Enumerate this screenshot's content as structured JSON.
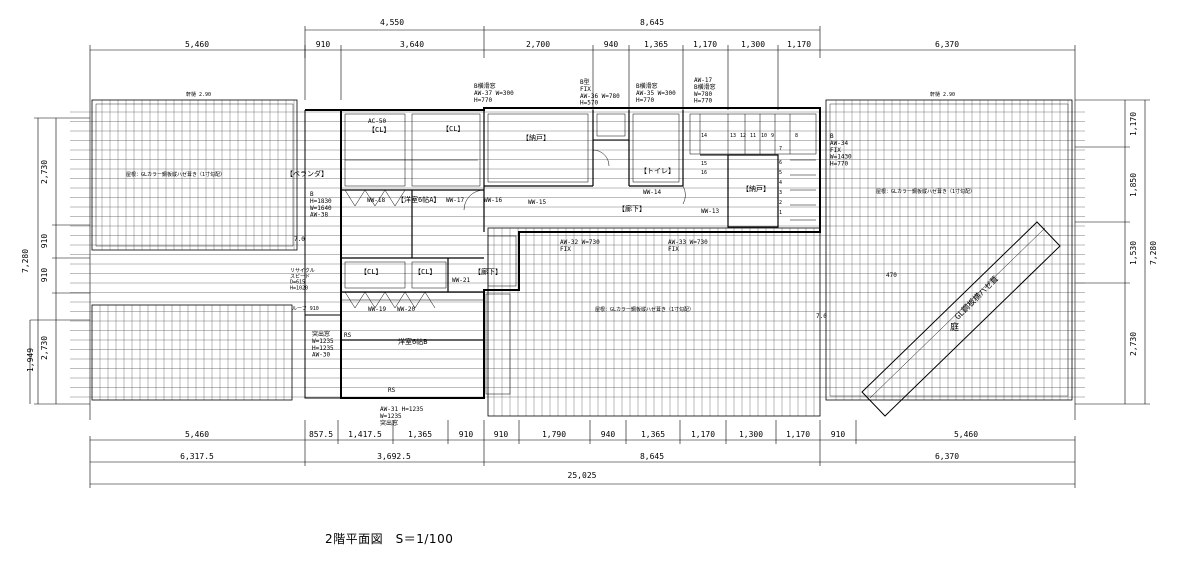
{
  "caption": "2階平面図　S＝1/100",
  "dims": {
    "top1": [
      "4,550",
      "8,645"
    ],
    "top2": [
      "5,460",
      "910",
      "3,640",
      "2,700",
      "940",
      "1,365",
      "1,170",
      "1,300",
      "1,170",
      "6,370"
    ],
    "bottom1": [
      "5,460",
      "857.5",
      "1,417.5",
      "1,365",
      "910",
      "910",
      "1,790",
      "940",
      "1,365",
      "1,170",
      "1,300",
      "1,170",
      "910",
      "5,460"
    ],
    "bottom2": [
      "6,317.5",
      "3,692.5",
      "8,645",
      "6,370"
    ],
    "bottom3": "25,025",
    "left1": [
      "2,730",
      "910",
      "910",
      "2,730"
    ],
    "left_total": "7,280",
    "left_extra": "1,949",
    "right1": [
      "1,170",
      "1,850",
      "1,530",
      "2,730"
    ],
    "right_total": "7,280"
  },
  "rooms": {
    "veranda": "【ベランダ】",
    "cl1": "【CL】",
    "cl2": "【CL】",
    "cl3": "【CL】",
    "cl4": "【CL】",
    "youma1": "【洋室6帖A】",
    "youma2": "洋室6帖B",
    "nando1": "【納戸】",
    "nando2": "【納戸】",
    "toilet": "【トイレ】",
    "rouka1": "【廊下】",
    "rouka2": "【廊下】",
    "niwa": "庭",
    "gl_roof": "GL鋼板横ハゼ葺",
    "roof_l": "屋根：GLカラー鋼板縦ハゼ葺き（1寸勾配）",
    "roof_r": "屋根：GLカラー鋼板縦ハゼ葺き（1寸勾配）",
    "roof_c": "屋根：GLカラー鋼板縦ハゼ葺き（1寸勾配）",
    "recycle": "リサイクル\nスピード\nD=615\nH=1020"
  },
  "windows": {
    "aw37": "B横滑窓\nAW-37 W=300\nH=770",
    "aw36": "B型\nFIX\nAW-36 W=780\nH=570",
    "aw35": "B横滑窓\nAW-35 W=300\nH=770",
    "aw17": "AW-17\nB横滑窓\nW=780\nH=770",
    "aw34": "B\nAW-34\nFIX\nW=1430\nH=770",
    "aw38": "B\nH=1830\nW=1640\nAW-38",
    "ac50": "AC-50",
    "ww18": "WW-18",
    "ww17": "WW-17",
    "ww16": "WW-16",
    "ww15": "WW-15",
    "ww14": "WW-14",
    "ww13": "WW-13",
    "ww19": "WW-19",
    "ww20": "WW-20",
    "ww21": "WW-21",
    "aw32": "AW-32 W=730\nFIX",
    "aw33": "AW-33 W=730\nFIX",
    "aw30": "突出窓\nW=1235\nH=1235\nAW-30",
    "aw31": "AW-31 H=1235\nW=1235\n突出窓",
    "rs1": "RS",
    "rs2": "RS",
    "ru": "ルーフ 910",
    "roof_l_note": "軒樋 2.90",
    "roof_r_note": "軒樋 2.90",
    "num_470": "470",
    "num_70a": "7.0",
    "num_70b": "7.0"
  },
  "stairs": [
    "14",
    "13",
    "12",
    "11",
    "10",
    "9",
    "8",
    "7",
    "6",
    "5",
    "4",
    "3",
    "2",
    "1",
    "15",
    "16"
  ]
}
